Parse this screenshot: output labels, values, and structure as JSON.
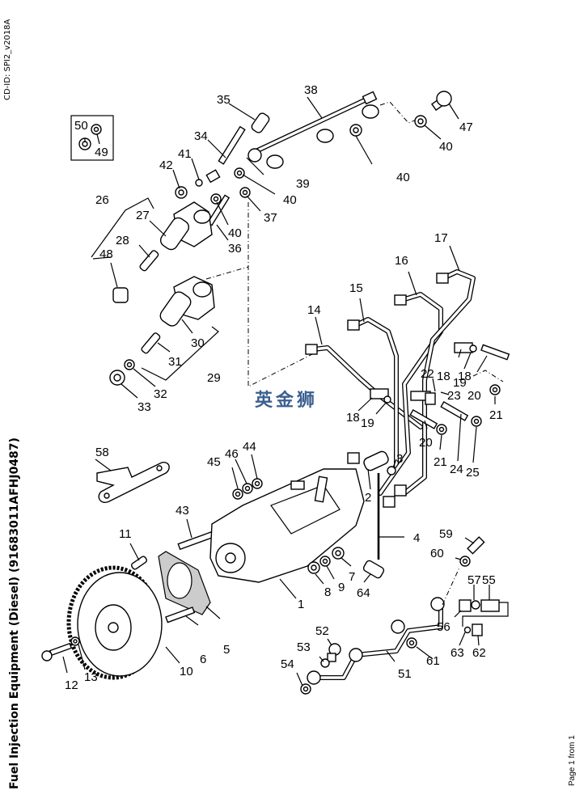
{
  "document": {
    "doc_id": "CD-ID: SPI2_v2018A",
    "title": "Fuel Injection Equipment (Diesel) (91683011AFHJ0487)",
    "page": "Page 1 from 1",
    "watermark": "英金狮"
  },
  "callouts": [
    {
      "id": "c1",
      "label": "1"
    },
    {
      "id": "c2",
      "label": "2"
    },
    {
      "id": "c3",
      "label": "3"
    },
    {
      "id": "c4",
      "label": "4"
    },
    {
      "id": "c5",
      "label": "5"
    },
    {
      "id": "c6",
      "label": "6"
    },
    {
      "id": "c7",
      "label": "7"
    },
    {
      "id": "c8",
      "label": "8"
    },
    {
      "id": "c9",
      "label": "9"
    },
    {
      "id": "c10",
      "label": "10"
    },
    {
      "id": "c11",
      "label": "11"
    },
    {
      "id": "c12",
      "label": "12"
    },
    {
      "id": "c13",
      "label": "13"
    },
    {
      "id": "c14",
      "label": "14"
    },
    {
      "id": "c15",
      "label": "15"
    },
    {
      "id": "c16",
      "label": "16"
    },
    {
      "id": "c17",
      "label": "17"
    },
    {
      "id": "c18a",
      "label": "18"
    },
    {
      "id": "c18b",
      "label": "18"
    },
    {
      "id": "c18c",
      "label": "18"
    },
    {
      "id": "c19a",
      "label": "19"
    },
    {
      "id": "c19b",
      "label": "19"
    },
    {
      "id": "c20a",
      "label": "20"
    },
    {
      "id": "c20b",
      "label": "20"
    },
    {
      "id": "c21a",
      "label": "21"
    },
    {
      "id": "c21b",
      "label": "21"
    },
    {
      "id": "c22",
      "label": "22"
    },
    {
      "id": "c23",
      "label": "23"
    },
    {
      "id": "c24",
      "label": "24"
    },
    {
      "id": "c25",
      "label": "25"
    },
    {
      "id": "c26",
      "label": "26"
    },
    {
      "id": "c27",
      "label": "27"
    },
    {
      "id": "c28",
      "label": "28"
    },
    {
      "id": "c29",
      "label": "29"
    },
    {
      "id": "c30",
      "label": "30"
    },
    {
      "id": "c31",
      "label": "31"
    },
    {
      "id": "c32",
      "label": "32"
    },
    {
      "id": "c33",
      "label": "33"
    },
    {
      "id": "c34",
      "label": "34"
    },
    {
      "id": "c35",
      "label": "35"
    },
    {
      "id": "c36",
      "label": "36"
    },
    {
      "id": "c37",
      "label": "37"
    },
    {
      "id": "c38",
      "label": "38"
    },
    {
      "id": "c39",
      "label": "39"
    },
    {
      "id": "c40a",
      "label": "40"
    },
    {
      "id": "c40b",
      "label": "40"
    },
    {
      "id": "c40c",
      "label": "40"
    },
    {
      "id": "c40d",
      "label": "40"
    },
    {
      "id": "c41",
      "label": "41"
    },
    {
      "id": "c42",
      "label": "42"
    },
    {
      "id": "c43",
      "label": "43"
    },
    {
      "id": "c44",
      "label": "44"
    },
    {
      "id": "c45",
      "label": "45"
    },
    {
      "id": "c46",
      "label": "46"
    },
    {
      "id": "c47",
      "label": "47"
    },
    {
      "id": "c48",
      "label": "48"
    },
    {
      "id": "c49",
      "label": "49"
    },
    {
      "id": "c50",
      "label": "50"
    },
    {
      "id": "c51",
      "label": "51"
    },
    {
      "id": "c52",
      "label": "52"
    },
    {
      "id": "c53",
      "label": "53"
    },
    {
      "id": "c54",
      "label": "54"
    },
    {
      "id": "c55",
      "label": "55"
    },
    {
      "id": "c56",
      "label": "56"
    },
    {
      "id": "c57",
      "label": "57"
    },
    {
      "id": "c58",
      "label": "58"
    },
    {
      "id": "c59",
      "label": "59"
    },
    {
      "id": "c60",
      "label": "60"
    },
    {
      "id": "c61",
      "label": "61"
    },
    {
      "id": "c62",
      "label": "62"
    },
    {
      "id": "c63",
      "label": "63"
    },
    {
      "id": "c64",
      "label": "64"
    }
  ]
}
